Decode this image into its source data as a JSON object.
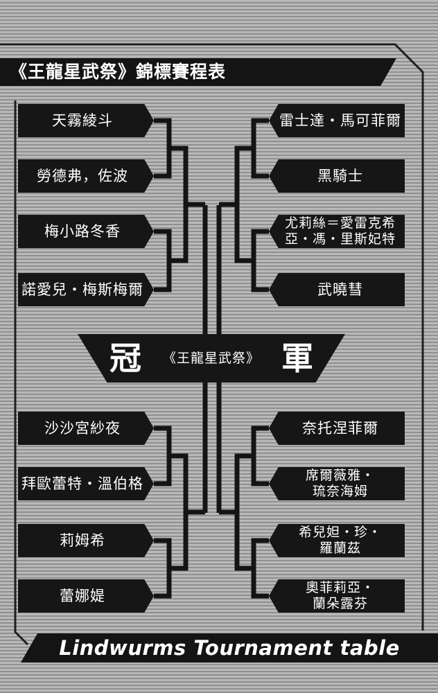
{
  "header": {
    "title": "《王龍星武祭》錦標賽程表"
  },
  "footer": {
    "title": "Lindwurms Tournament table"
  },
  "champion": {
    "left_char": "冠",
    "event": "《王龍星武祭》",
    "right_char": "軍"
  },
  "bracket": {
    "top_left": [
      "天霧綾斗",
      "勞德弗，佐波",
      "梅小路冬香",
      "諾愛兒・梅斯梅爾"
    ],
    "top_right": [
      "雷士達・馬可菲爾",
      "黑騎士",
      "尤莉絲＝愛雷克希\n亞・馮・里斯妃特",
      "武曉彗"
    ],
    "bottom_left": [
      "沙沙宮紗夜",
      "拜歐蕾特・溫伯格",
      "莉姆希",
      "蕾娜媞"
    ],
    "bottom_right": [
      "奈托涅菲爾",
      "席爾薇雅・\n琉奈海姆",
      "希兒妲・珍・\n羅蘭茲",
      "奧菲莉亞・\n蘭朵露芬"
    ]
  }
}
